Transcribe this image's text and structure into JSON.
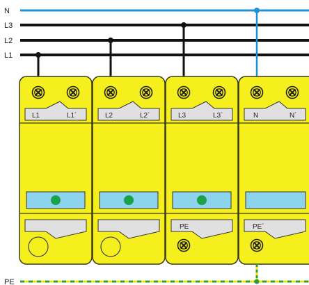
{
  "lines": {
    "n": {
      "label": "N",
      "color": "#1e90d6"
    },
    "l3": {
      "label": "L3",
      "color": "#111111"
    },
    "l2": {
      "label": "L2",
      "color": "#111111"
    },
    "l1": {
      "label": "L1",
      "color": "#111111"
    },
    "pe": {
      "label": "PE",
      "color_a": "#2e9e3a",
      "color_b": "#f2e20f"
    }
  },
  "colors": {
    "module_yellow": "#f5ef1e",
    "module_border": "#3a3a18",
    "label_gray": "#e0e0e0",
    "window_blue": "#8dd3ee",
    "indicator_green": "#1aa14a"
  },
  "modules": [
    {
      "terminal_left": "L1",
      "terminal_right": "L1´",
      "indicator": true,
      "bottom": "circle",
      "bottom_label": ""
    },
    {
      "terminal_left": "L2",
      "terminal_right": "L2´",
      "indicator": true,
      "bottom": "circle",
      "bottom_label": ""
    },
    {
      "terminal_left": "L3",
      "terminal_right": "L3´",
      "indicator": true,
      "bottom": "screw",
      "bottom_label": "PE"
    },
    {
      "terminal_left": "N",
      "terminal_right": "N´",
      "indicator": false,
      "bottom": "screw",
      "bottom_label": "PE´"
    }
  ]
}
